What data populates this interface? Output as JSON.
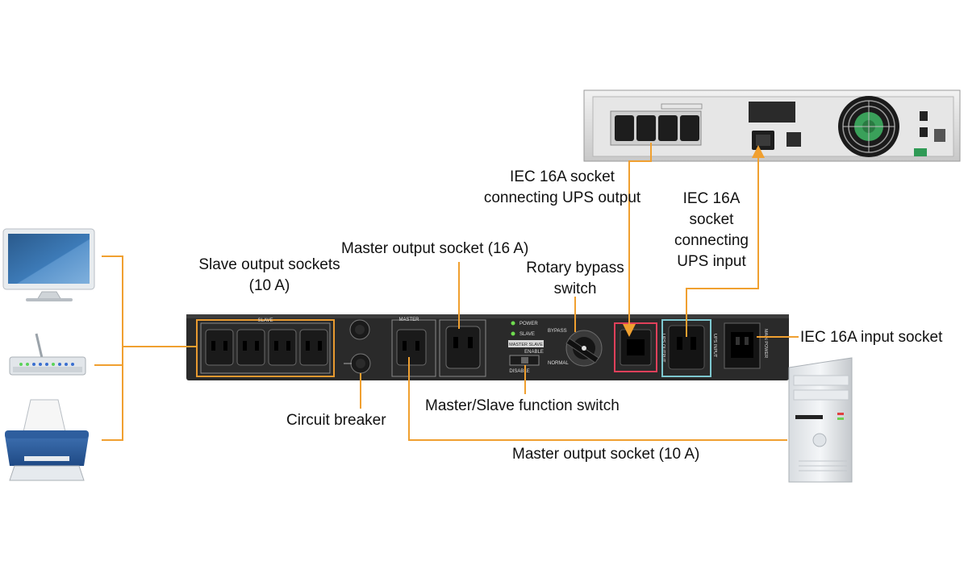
{
  "colors": {
    "connector": "#f0a030",
    "panel_front": "#2a2a2a",
    "ups_body": "#d8d8d8",
    "ups_output_frame": "#e0405a",
    "ups_input_frame": "#7ec8d0",
    "led_green": "#6fdc4f",
    "fan_green": "#3aa05a"
  },
  "callouts": {
    "iec_socket_ups_output": "IEC 16A socket\nconnecting UPS output",
    "iec_socket_ups_input": "IEC 16A\nsocket\nconnecting\nUPS input",
    "master_output_16a": "Master output socket (16 A)",
    "slave_output_sockets": "Slave output sockets\n(10 A)",
    "rotary_bypass_switch": "Rotary bypass\nswitch",
    "iec_input_socket": "IEC 16A input socket",
    "circuit_breaker": "Circuit breaker",
    "master_slave_switch": "Master/Slave function switch",
    "master_output_10a": "Master output socket (10 A)"
  },
  "pdu_panel": {
    "slave": "SLAVE",
    "master": "MASTER",
    "power": "POWER",
    "slave_led": "SLAVE",
    "master_slave": "MASTER SLAVE",
    "enable": "ENABLE",
    "disable": "DISABLE",
    "bypass": "BYPASS",
    "normal": "NORMAL",
    "ups_output": "UPS OUTPUT",
    "ups_input": "UPS INPUT",
    "main_power": "MAIN POWER"
  },
  "devices": [
    "monitor-icon",
    "router-icon",
    "printer-icon",
    "desktop-tower-icon"
  ]
}
